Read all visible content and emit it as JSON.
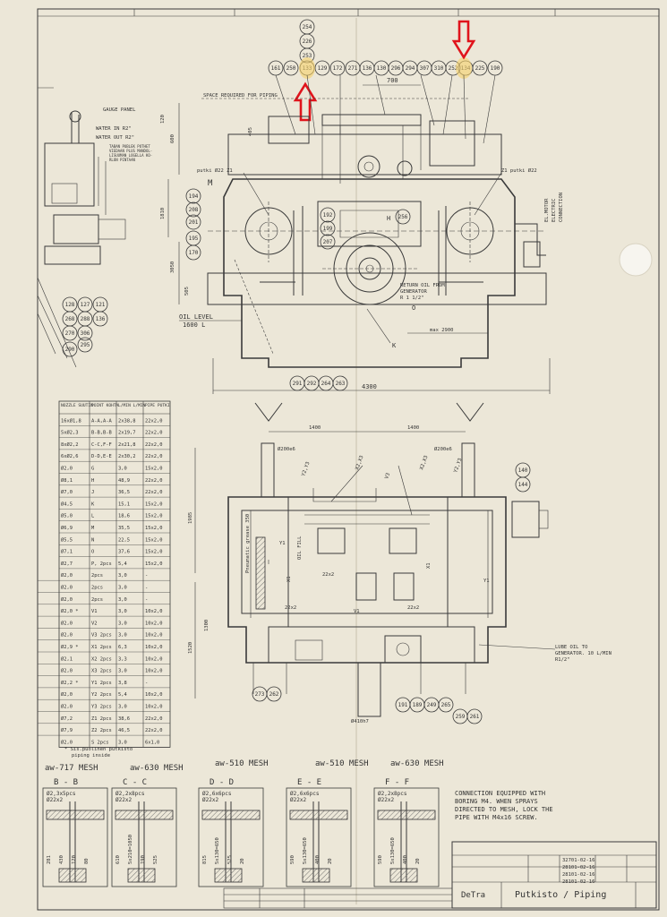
{
  "header": {
    "balloons_top": [
      "161",
      "250",
      "133",
      "129",
      "172",
      "271",
      "136",
      "130",
      "296",
      "294",
      "307",
      "310",
      "252",
      "134",
      "225",
      "190"
    ],
    "balloons_stack": [
      "254",
      "226",
      "253"
    ],
    "space_note": "SPACE REQUIRED FOR PIPING",
    "dim_700": "700"
  },
  "annotations": {
    "gauge_panel": "GAUGE PANEL",
    "water_in": "WATER IN R2\"",
    "water_out": "WATER OUT R2\"",
    "finnish_note": [
      "TABAN PUBLEK POTHET",
      "VIEDAAN PLUS MANDOL-",
      "LISUUMAN LOGELLA KO-",
      "RLON PINTAAN"
    ],
    "putki_left": "putki Ø22 Z1",
    "putki_right": "Z1 putki Ø22",
    "el_motor": [
      "EL.MOTOR",
      "ELECTRIC",
      "CONNECTION"
    ],
    "return_oil": [
      "RETURN OIL FROM",
      "GENERATOR",
      "R 1 1/2\""
    ],
    "oil_level": [
      "OIL LEVEL",
      "1600 L"
    ],
    "max_2900": "max 2900",
    "dim_4300": "4300",
    "dim_1400_l": "1400",
    "dim_1400_r": "1400",
    "phi_200_l": "Ø200e6",
    "phi_200_r": "Ø200e6",
    "phi_410": "Ø410h7",
    "lube_oil": [
      "LUBE OIL TO",
      "GENERATOR. 10 L/MIN",
      "R1/2\""
    ],
    "inside_note": [
      "* Sis.puolinen putkisto",
      "piping inside"
    ],
    "connection_note": [
      "CONNECTION EQUIPPED WITH",
      "BORING M4. WHEN SPRAYS",
      "DIRECTED TO MESH, LOCK THE",
      "PIPE WITH M4x16 SCREW."
    ],
    "letter_M": "M",
    "letter_H": "H",
    "letter_K": "K",
    "letter_O": "O",
    "dim_120": "120",
    "dim_600": "600",
    "dim_405": "405",
    "dim_1810": "1810",
    "dim_3050": "3050",
    "dim_505": "505",
    "dim_1985": "1985",
    "dim_1520": "1520",
    "dim_1300": "1300"
  },
  "balloons_side": [
    "194",
    "208",
    "201",
    "195",
    "170",
    "192",
    "199",
    "207",
    "256",
    "128",
    "127",
    "121",
    "268",
    "288",
    "136",
    "270",
    "306",
    "290",
    "295"
  ],
  "balloons_bottom": [
    "291",
    "292",
    "264",
    "263"
  ],
  "balloons_plan": [
    "140",
    "144",
    "191",
    "189",
    "249",
    "265",
    "259",
    "261",
    "273",
    "262"
  ],
  "plan_labels": {
    "y2y3_l": "Y2,Y3",
    "x2x3_l": "X2,X3",
    "v3": "V3",
    "x2x3_r": "X2,X3",
    "y2y3_r": "Y2,Y3",
    "y1_l": "Y1",
    "y1_r": "Y1",
    "x1_l": "X1",
    "x1_r": "X1",
    "v1": "V1",
    "p22x2_a": "22x2",
    "p22x2_b": "22x2",
    "p22x2_c": "22x2",
    "oil_fill": "OIL FILL",
    "pneumatic": "Pneumatic grease 350"
  },
  "table": {
    "headers": [
      "NOZZLE SUUTIN",
      "POINT KOHTA",
      "L/MIN L/MIN",
      "PIPE PUTKI"
    ],
    "rows": [
      [
        "16xØ1,8",
        "A-A,A-A",
        "2x38,8",
        "22x2,0"
      ],
      [
        "5xØ2,3",
        "B-B,B-B",
        "2x19,7",
        "22x2,0"
      ],
      [
        "8xØ2,2",
        "C-C,F-F",
        "2x21,8",
        "22x2,0"
      ],
      [
        "6xØ2,6",
        "D-D,E-E",
        "2x30,2",
        "22x2,0"
      ],
      [
        "Ø2,0",
        "G",
        "3,0",
        "15x2,0"
      ],
      [
        "Ø8,1",
        "H",
        "48,9",
        "22x2,0"
      ],
      [
        "Ø7,0",
        "J",
        "36,5",
        "22x2,0"
      ],
      [
        "Ø4,5",
        "K",
        "15,1",
        "15x2,0"
      ],
      [
        "Ø5,0",
        "L",
        "18,6",
        "15x2,0"
      ],
      [
        "Ø6,9",
        "M",
        "35,5",
        "15x2,0"
      ],
      [
        "Ø5,5",
        "N",
        "22,5",
        "15x2,0"
      ],
      [
        "Ø7,1",
        "O",
        "37,6",
        "15x2,0"
      ],
      [
        "Ø2,7",
        "P, 2pcs",
        "5,4",
        "15x2,0"
      ],
      [
        "Ø2,0",
        "2pcs",
        "3,0",
        "-"
      ],
      [
        "Ø2,0",
        "2pcs",
        "3,0",
        "-"
      ],
      [
        "Ø2,0",
        "2pcs",
        "3,0",
        "-"
      ],
      [
        "Ø2,0  *",
        "V1",
        "3,0",
        "10x2,0"
      ],
      [
        "Ø2,0",
        "V2",
        "3,0",
        "10x2,0"
      ],
      [
        "Ø2,0",
        "V3 2pcs",
        "3,0",
        "10x2,0"
      ],
      [
        "Ø2,9  *",
        "X1 2pcs",
        "6,3",
        "10x2,0"
      ],
      [
        "Ø2,1",
        "X2 2pcs",
        "3,3",
        "10x2,0"
      ],
      [
        "Ø2,0",
        "X3 2pcs",
        "3,0",
        "10x2,0"
      ],
      [
        "Ø2,2  *",
        "Y1 2pcs",
        "3,8",
        "-"
      ],
      [
        "Ø2,0",
        "Y2 2pcs",
        "5,4",
        "10x2,0"
      ],
      [
        "Ø2,0",
        "Y3 2pcs",
        "3,0",
        "10x2,0"
      ],
      [
        "Ø7,2",
        "Z1 2pcs",
        "38,6",
        "22x2,0"
      ],
      [
        "Ø7,9",
        "Z2 2pcs",
        "46,5",
        "22x2,0"
      ],
      [
        "Ø2,0",
        "S 2pcs",
        "3,0",
        "6x1,0"
      ]
    ]
  },
  "sections": [
    {
      "mesh": "aw-717 MESH",
      "title": "B - B",
      "spec": "Ø2,3x5pcs",
      "pipe": "Ø22x2",
      "dims": [
        "281",
        "430",
        "120",
        "80"
      ]
    },
    {
      "mesh": "aw-630 MESH",
      "title": "C - C",
      "spec": "Ø2,2x8pcs",
      "pipe": "Ø22x2",
      "dims": [
        "610",
        "5x210=1050",
        "190",
        "525"
      ]
    },
    {
      "mesh": "aw-510 MESH",
      "title": "D - D",
      "spec": "Ø2,6x6pcs",
      "pipe": "Ø22x2",
      "dims": [
        "815",
        "5x130=650",
        "525",
        "20"
      ]
    },
    {
      "mesh": "aw-510 MESH",
      "title": "E - E",
      "spec": "Ø2,6x6pcs",
      "pipe": "Ø22x2",
      "dims": [
        "590",
        "5x130=650",
        "400",
        "20"
      ]
    },
    {
      "mesh": "aw-630 MESH",
      "title": "F - F",
      "spec": "Ø2,2x8pcs",
      "pipe": "Ø22x2",
      "dims": [
        "590",
        "5x130=650",
        "400",
        "20"
      ]
    }
  ],
  "title_block": {
    "title": "Putkisto / Piping",
    "logo": "DeTra",
    "revisions": [
      "32701-02-16",
      "28101-02-16",
      "28101-02-16",
      "28101-02-16"
    ]
  },
  "colors": {
    "paper": "#ece7d8",
    "ink": "#3a3a3a",
    "arrow": "#e0141c",
    "highlight": "#f7d26a"
  }
}
